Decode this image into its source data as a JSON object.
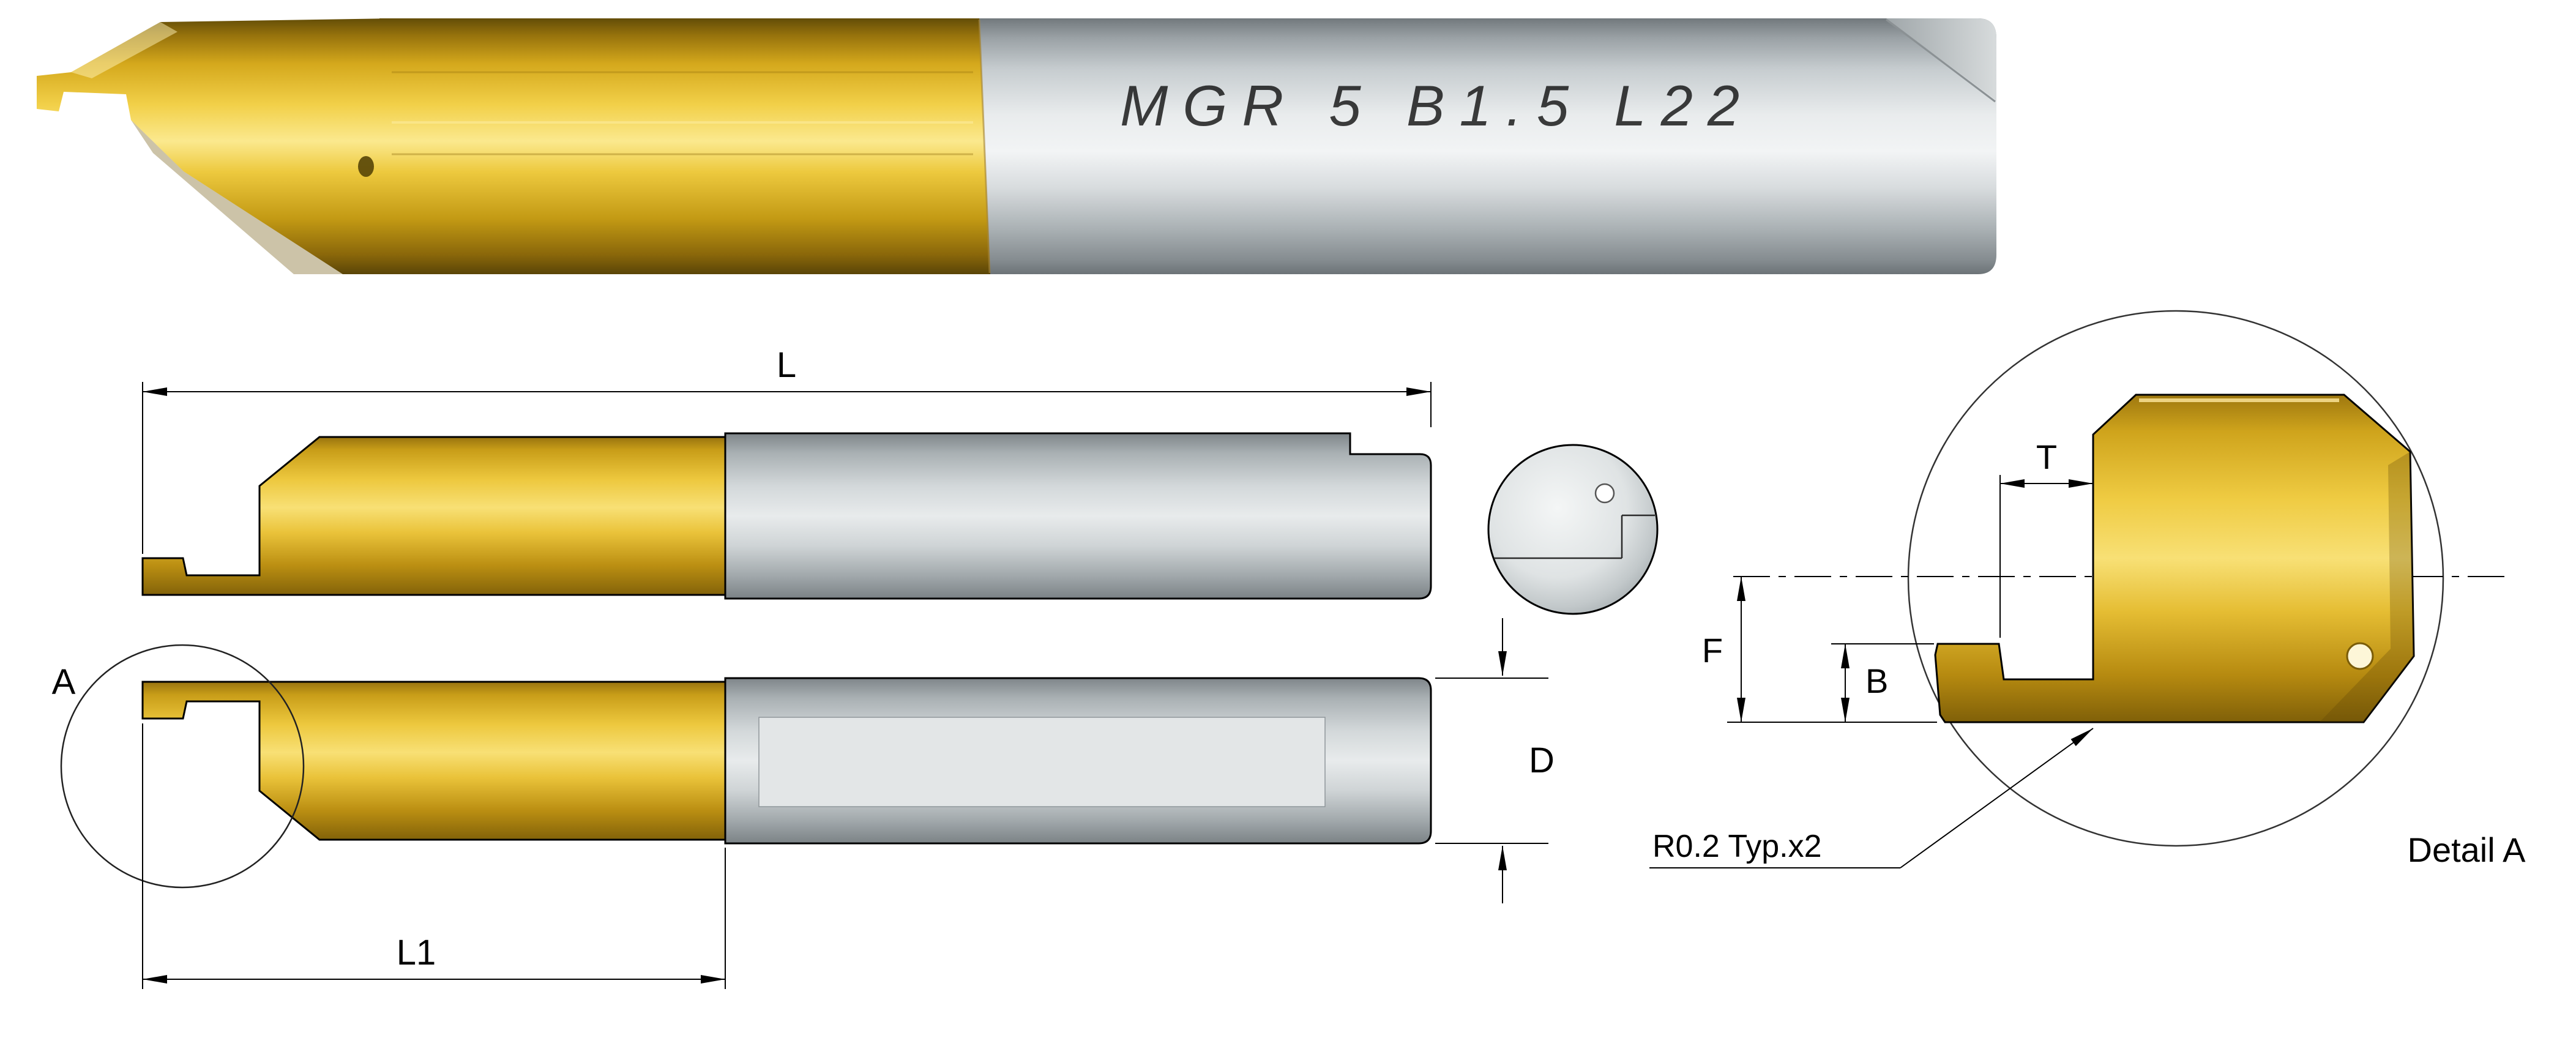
{
  "photo": {
    "engraving": "MGR 5 B1.5 L22"
  },
  "dimensions": {
    "overall_length_label": "L",
    "cutting_length_label": "L1",
    "shank_diameter_label": "D",
    "tip_width_label": "T",
    "center_height_label": "F",
    "groove_depth_label": "B"
  },
  "detail": {
    "marker": "A",
    "title": "Detail A",
    "radius_note": "R0.2 Typ.x2"
  },
  "colors": {
    "gold": "#E0AE27",
    "gold_dark": "#7C5D08",
    "steel": "#C3C9CB",
    "line": "#000000",
    "background": "#FFFFFF"
  }
}
